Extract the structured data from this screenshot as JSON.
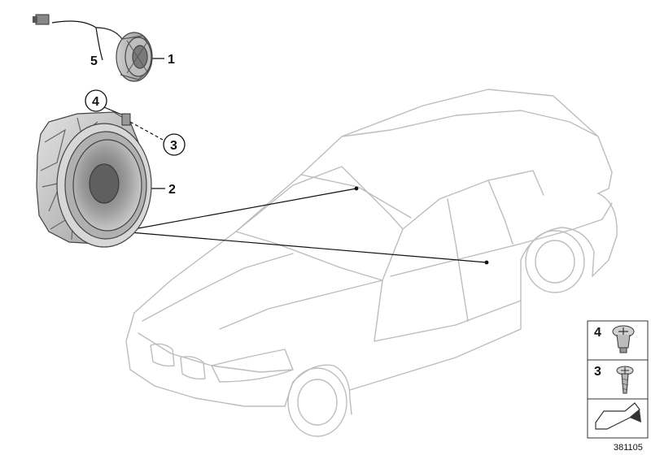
{
  "callouts": {
    "c1": "1",
    "c2": "2",
    "c3": "3",
    "c4": "4",
    "c5": "5"
  },
  "legend": {
    "row1_label": "4",
    "row2_label": "3"
  },
  "diagram_number": "381105"
}
